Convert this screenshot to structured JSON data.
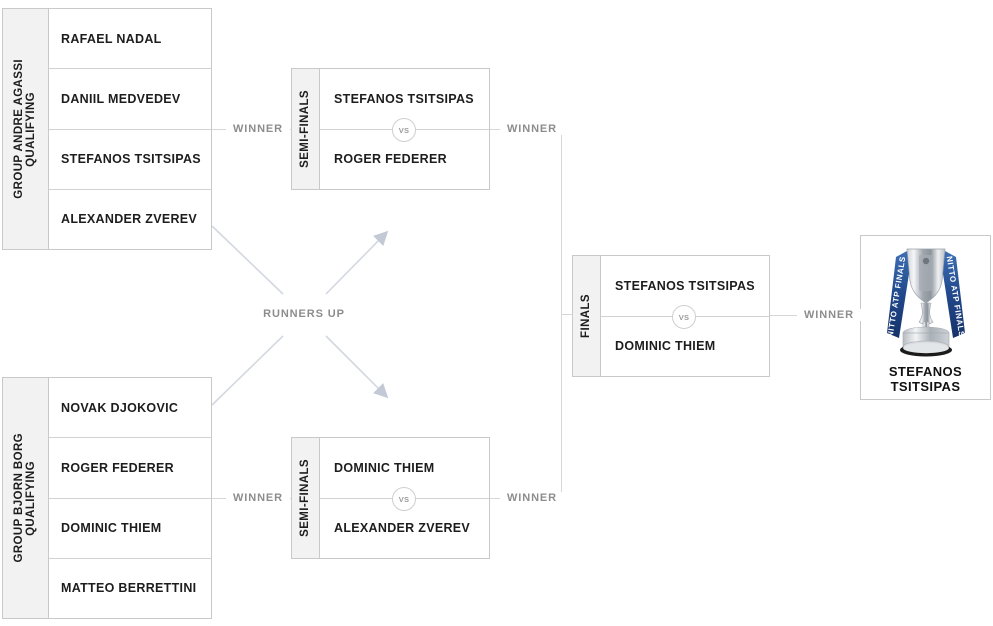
{
  "tournament": {
    "champion_name": "STEFANOS TSITSIPAS",
    "trophy_ribbon_text": "NITTO ATP FINALS",
    "accent_blue": "#2c5a9e",
    "line_gray": "#d7d7d7",
    "label_gray": "#8d8d8d",
    "panel_gray": "#f2f2f2"
  },
  "groups": [
    {
      "label_primary": "GROUP ANDRE AGASSI",
      "label_secondary": "QUALIFYING",
      "players": [
        "RAFAEL NADAL",
        "DANIIL MEDVEDEV",
        "STEFANOS TSITSIPAS",
        "ALEXANDER ZVEREV"
      ]
    },
    {
      "label_primary": "GROUP BJORN BORG",
      "label_secondary": "QUALIFYING",
      "players": [
        "NOVAK DJOKOVIC",
        "ROGER FEDERER",
        "DOMINIC THIEM",
        "MATTEO BERRETTINI"
      ]
    }
  ],
  "semifinals": [
    {
      "label": "SEMI-FINALS",
      "player_top": "STEFANOS TSITSIPAS",
      "player_bottom": "ROGER FEDERER",
      "vs": "VS"
    },
    {
      "label": "SEMI-FINALS",
      "player_top": "DOMINIC THIEM",
      "player_bottom": "ALEXANDER ZVEREV",
      "vs": "VS"
    }
  ],
  "final": {
    "label": "FINALS",
    "player_top": "STEFANOS TSITSIPAS",
    "player_bottom": "DOMINIC THIEM",
    "vs": "VS"
  },
  "connectors": {
    "group_to_semi_top": "WINNER",
    "group_to_semi_bottom": "WINNER",
    "semi_to_final_top": "WINNER",
    "semi_to_final_bottom": "WINNER",
    "final_to_champion": "WINNER",
    "runners_up": "RUNNERS UP"
  }
}
